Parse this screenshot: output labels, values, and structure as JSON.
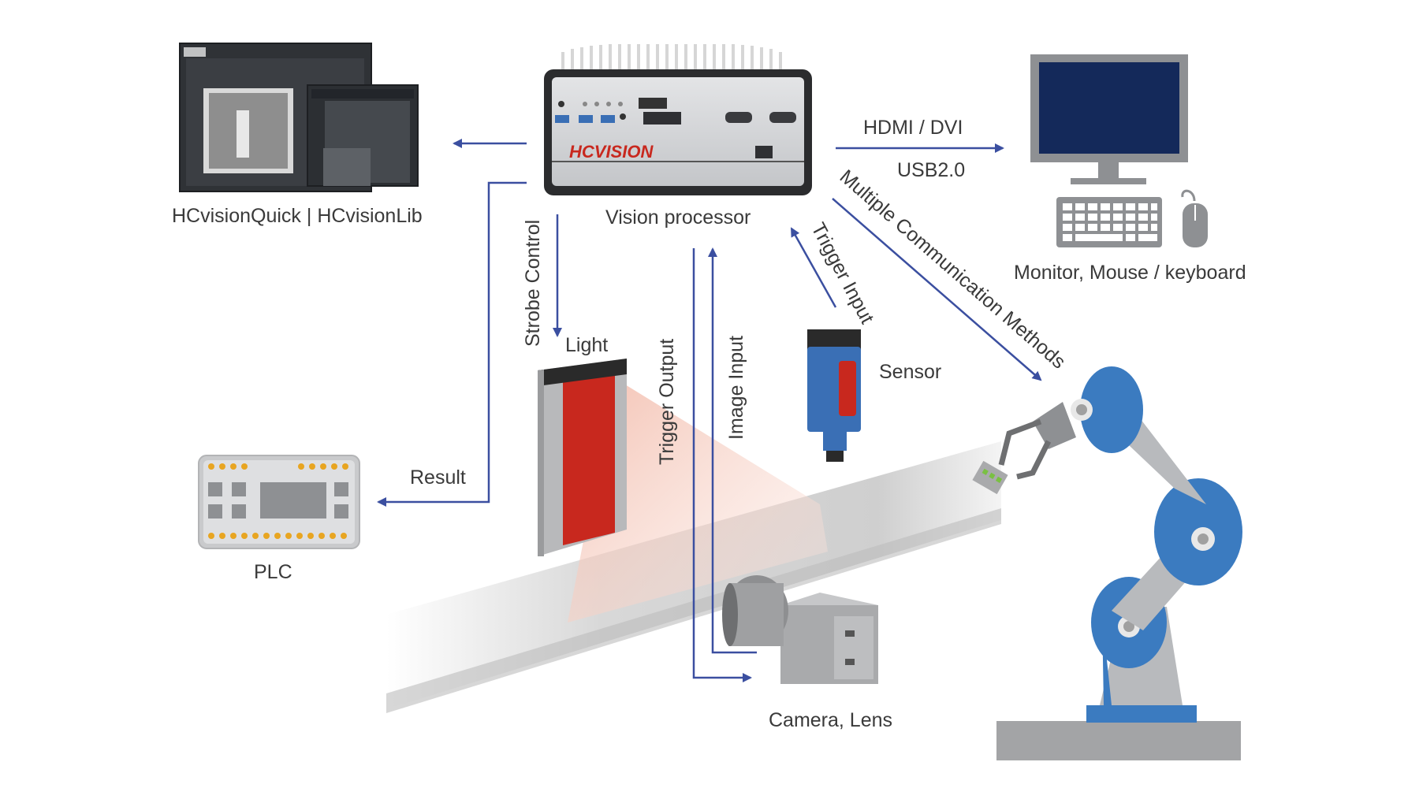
{
  "labels": {
    "software": "HCvisionQuick | HCvisionLib",
    "processor": "Vision processor",
    "hdmi": "HDMI / DVI",
    "usb": "USB2.0",
    "monitor": "Monitor, Mouse / keyboard",
    "strobe": "Strobe Control",
    "light": "Light",
    "trigger_output": "Trigger Output",
    "image_input": "Image Input",
    "trigger_input": "Trigger Input",
    "sensor": "Sensor",
    "comm": "Multiple Communication Methods",
    "result": "Result",
    "plc": "PLC",
    "camera": "Camera, Lens",
    "brand": "HCVISION"
  },
  "colors": {
    "arrow": "#3b4fa0",
    "robot_blue": "#3b7bc0",
    "robot_gray": "#b8babd",
    "light_red": "#c8281e",
    "sensor_blue": "#3a6fb5",
    "monitor_screen": "#14295a",
    "brand_red": "#c8281e"
  },
  "icons": [
    "software-screens-icon",
    "vision-processor-icon",
    "monitor-icon",
    "keyboard-icon",
    "mouse-icon",
    "plc-icon",
    "light-icon",
    "sensor-icon",
    "camera-icon",
    "robot-arm-icon",
    "conveyor-icon"
  ]
}
